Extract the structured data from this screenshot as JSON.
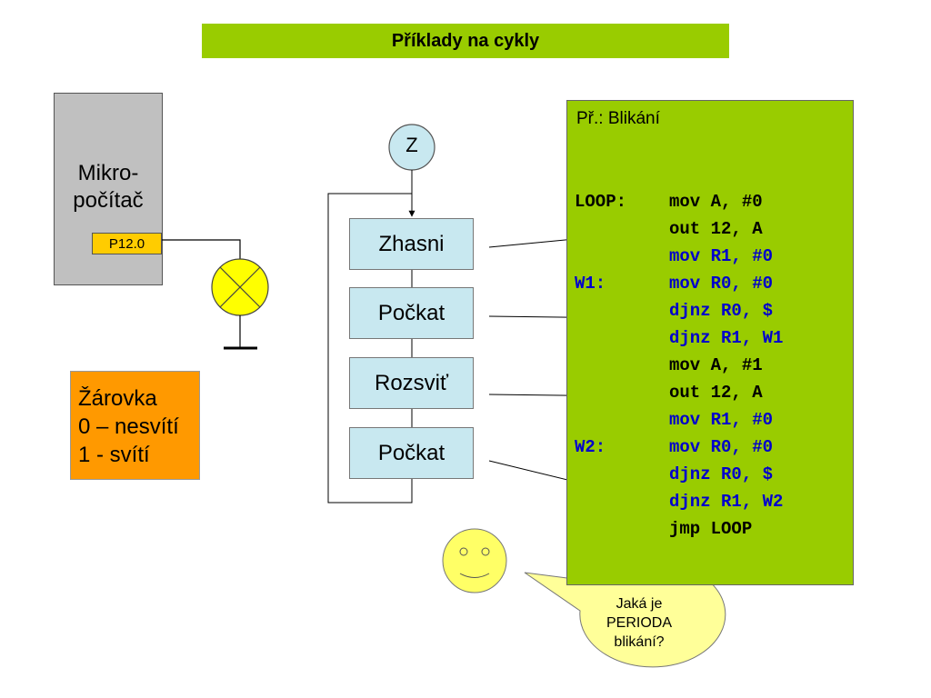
{
  "title": "Příklady na cykly",
  "microcomputer": {
    "label_line1": "Mikro-",
    "label_line2": "počítač",
    "port": "P12.0"
  },
  "bulb_legend": {
    "line1": "Žárovka",
    "line2": "0 – nesvítí",
    "line3": "1 - svítí"
  },
  "flowchart": {
    "start": "Z",
    "steps": [
      {
        "label": "Zhasni"
      },
      {
        "label": "Počkat"
      },
      {
        "label": "Rozsviť"
      },
      {
        "label": "Počkat"
      }
    ]
  },
  "code": {
    "header": "Př.:  Blikání",
    "lines": [
      {
        "label": "LOOP:",
        "instruction": "mov A, #0",
        "color": "#000000"
      },
      {
        "label": "",
        "instruction": "out 12, A",
        "color": "#000000"
      },
      {
        "label": "",
        "instruction": "mov R1, #0",
        "color": "#0000cc"
      },
      {
        "label": "W1:",
        "instruction": "mov R0, #0",
        "color": "#0000cc"
      },
      {
        "label": "",
        "instruction": "djnz R0, $",
        "color": "#0000cc"
      },
      {
        "label": "",
        "instruction": "djnz R1, W1",
        "color": "#0000cc"
      },
      {
        "label": "",
        "instruction": "mov A, #1",
        "color": "#000000"
      },
      {
        "label": "",
        "instruction": "out 12, A",
        "color": "#000000"
      },
      {
        "label": "",
        "instruction": "mov R1, #0",
        "color": "#0000cc"
      },
      {
        "label": "W2:",
        "instruction": "mov R0, #0",
        "color": "#0000cc"
      },
      {
        "label": "",
        "instruction": "djnz R0, $",
        "color": "#0000cc"
      },
      {
        "label": "",
        "instruction": "djnz R1, W2",
        "color": "#0000cc"
      },
      {
        "label": "",
        "instruction": "jmp LOOP",
        "color": "#000000"
      }
    ]
  },
  "speech_bubble": {
    "line1": "Jaká je",
    "line2": "PERIODA",
    "line3": "blikání?"
  },
  "colors": {
    "title_bg": "#99cc00",
    "code_bg": "#99cc00",
    "micro_bg": "#c0c0c0",
    "port_bg": "#ffcc00",
    "legend_bg": "#ff9900",
    "step_bg": "#c8e8f0",
    "bulb_fill": "#ffff00",
    "smiley_fill": "#ffff66",
    "bubble_fill": "#ffff99",
    "keyword_blue": "#0000cc"
  }
}
